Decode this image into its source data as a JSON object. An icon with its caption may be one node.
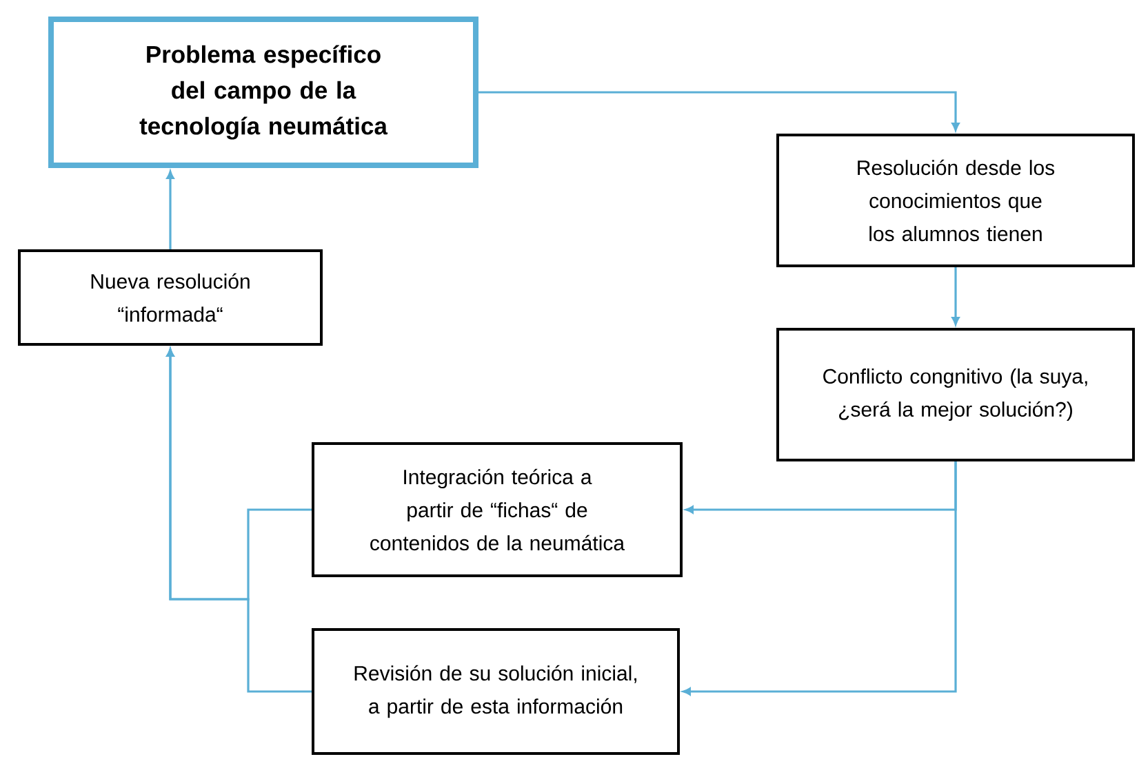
{
  "diagram": {
    "nodes": [
      {
        "text": [
          "Problema específico del campo de la tecnología neumática"
        ]
      },
      {
        "text": [
          "Resolución desde los conocimientos que los alumnos tienen"
        ]
      },
      {
        "text": [
          "Conflicto congnitivo (la suya, ¿será la mejor solución?)"
        ]
      },
      {
        "text": [
          "Integración teórica a partir de “fichas“ de contenidos de la neumática"
        ]
      },
      {
        "text": [
          "Revisión de su solución inicial, a partir de esta información"
        ]
      },
      {
        "text": [
          "Nueva resolución “informada“"
        ]
      }
    ],
    "edges": [
      {
        "from": 0,
        "to": 1,
        "arrow": "to"
      },
      {
        "from": 1,
        "to": 2,
        "arrow": "to"
      },
      {
        "from": 2,
        "to": 3,
        "arrow": "to"
      },
      {
        "from": 2,
        "to": 4,
        "arrow": "to"
      },
      {
        "from": 3,
        "to": 5,
        "arrow": "to"
      },
      {
        "from": 4,
        "to": 5,
        "arrow": "to"
      },
      {
        "from": 5,
        "to": 0,
        "arrow": "to"
      }
    ]
  }
}
